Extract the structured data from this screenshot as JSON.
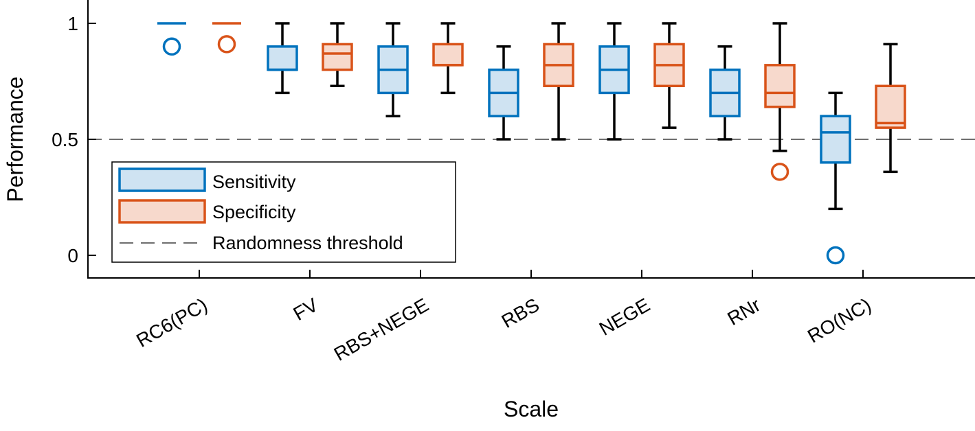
{
  "chart_data": {
    "type": "box",
    "xlabel": "Scale",
    "ylabel": "Performance",
    "ylim": [
      -0.1,
      1.1
    ],
    "yticks": [
      {
        "value": 0,
        "label": "0"
      },
      {
        "value": 0.5,
        "label": "0.5"
      },
      {
        "value": 1,
        "label": "1"
      }
    ],
    "grid": false,
    "legend_position": "lower-left",
    "categories": [
      "RC6(PC)",
      "FV",
      "RBS+NEGE",
      "RBS",
      "NEGE",
      "RNr",
      "RO(NC)"
    ],
    "reference_line": {
      "value": 0.5,
      "label": "Randomness threshold",
      "color": "#6e6e6e",
      "style": "dashed"
    },
    "series": [
      {
        "name": "Sensitivity",
        "edge_color": "#0072bd",
        "fill_color": "#cfe3f2",
        "boxes": [
          {
            "category": "RC6(PC)",
            "whisker_low": 1.0,
            "q1": 1.0,
            "median": 1.0,
            "q3": 1.0,
            "whisker_high": 1.0,
            "outliers": [
              0.9
            ]
          },
          {
            "category": "FV",
            "whisker_low": 0.7,
            "q1": 0.8,
            "median": 0.8,
            "q3": 0.9,
            "whisker_high": 1.0,
            "outliers": []
          },
          {
            "category": "RBS+NEGE",
            "whisker_low": 0.6,
            "q1": 0.7,
            "median": 0.8,
            "q3": 0.9,
            "whisker_high": 1.0,
            "outliers": []
          },
          {
            "category": "RBS",
            "whisker_low": 0.5,
            "q1": 0.6,
            "median": 0.7,
            "q3": 0.8,
            "whisker_high": 0.9,
            "outliers": []
          },
          {
            "category": "NEGE",
            "whisker_low": 0.5,
            "q1": 0.7,
            "median": 0.8,
            "q3": 0.9,
            "whisker_high": 1.0,
            "outliers": []
          },
          {
            "category": "RNr",
            "whisker_low": 0.5,
            "q1": 0.6,
            "median": 0.7,
            "q3": 0.8,
            "whisker_high": 0.9,
            "outliers": []
          },
          {
            "category": "RO(NC)",
            "whisker_low": 0.2,
            "q1": 0.4,
            "median": 0.53,
            "q3": 0.6,
            "whisker_high": 0.7,
            "outliers": [
              0.0
            ]
          }
        ]
      },
      {
        "name": "Specificity",
        "edge_color": "#d95319",
        "fill_color": "#f7d9cc",
        "boxes": [
          {
            "category": "RC6(PC)",
            "whisker_low": 1.0,
            "q1": 1.0,
            "median": 1.0,
            "q3": 1.0,
            "whisker_high": 1.0,
            "outliers": [
              0.91
            ]
          },
          {
            "category": "FV",
            "whisker_low": 0.73,
            "q1": 0.8,
            "median": 0.87,
            "q3": 0.91,
            "whisker_high": 1.0,
            "outliers": []
          },
          {
            "category": "RBS+NEGE",
            "whisker_low": 0.7,
            "q1": 0.82,
            "median": 0.82,
            "q3": 0.91,
            "whisker_high": 1.0,
            "outliers": []
          },
          {
            "category": "RBS",
            "whisker_low": 0.5,
            "q1": 0.73,
            "median": 0.82,
            "q3": 0.91,
            "whisker_high": 1.0,
            "outliers": []
          },
          {
            "category": "NEGE",
            "whisker_low": 0.55,
            "q1": 0.73,
            "median": 0.82,
            "q3": 0.91,
            "whisker_high": 1.0,
            "outliers": []
          },
          {
            "category": "RNr",
            "whisker_low": 0.45,
            "q1": 0.64,
            "median": 0.7,
            "q3": 0.82,
            "whisker_high": 1.0,
            "outliers": [
              0.36
            ]
          },
          {
            "category": "RO(NC)",
            "whisker_low": 0.36,
            "q1": 0.55,
            "median": 0.57,
            "q3": 0.73,
            "whisker_high": 0.91,
            "outliers": []
          }
        ]
      }
    ],
    "legend": [
      {
        "label": "Sensitivity",
        "kind": "box",
        "series": 0
      },
      {
        "label": "Specificity",
        "kind": "box",
        "series": 1
      },
      {
        "label": "Randomness threshold",
        "kind": "dashed-line"
      }
    ]
  }
}
